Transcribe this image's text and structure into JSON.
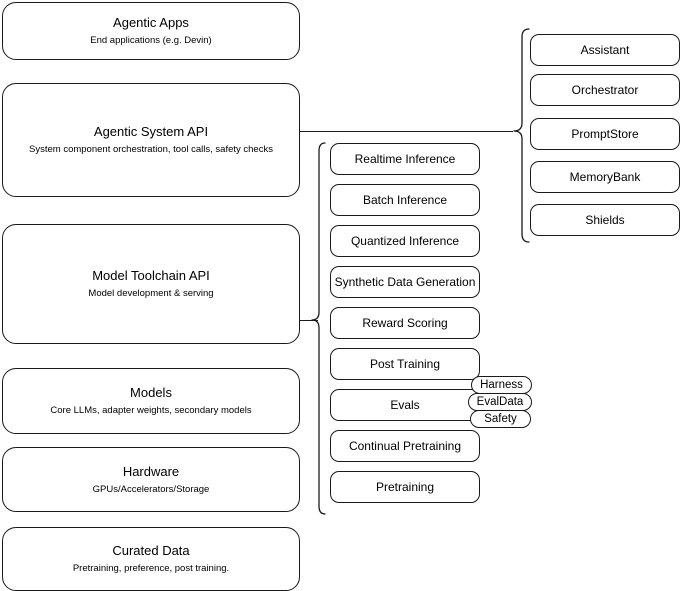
{
  "diagram": {
    "title": "Agentic stack layer diagram",
    "stroke_color": "#1a1a1a",
    "background_color": "#ffffff"
  },
  "left_stack": {
    "items": [
      {
        "title": "Agentic Apps",
        "subtitle": "End applications (e.g. Devin)"
      },
      {
        "title": "Agentic System API",
        "subtitle": "System component orchestration, tool calls, safety checks"
      },
      {
        "title": "Model Toolchain API",
        "subtitle": "Model development & serving"
      },
      {
        "title": "Models",
        "subtitle": "Core LLMs, adapter weights, secondary models"
      },
      {
        "title": "Hardware",
        "subtitle": "GPUs/Accelerators/Storage"
      },
      {
        "title": "Curated Data",
        "subtitle": "Pretraining, preference, post training."
      }
    ]
  },
  "toolchain_column": {
    "items": [
      {
        "label": "Realtime Inference"
      },
      {
        "label": "Batch Inference"
      },
      {
        "label": "Quantized Inference"
      },
      {
        "label": "Synthetic Data Generation"
      },
      {
        "label": "Reward Scoring"
      },
      {
        "label": "Post Training"
      },
      {
        "label": "Evals"
      },
      {
        "label": "Continual Pretraining"
      },
      {
        "label": "Pretraining"
      }
    ]
  },
  "evals_detail": {
    "items": [
      {
        "label": "Harness"
      },
      {
        "label": "EvalData"
      },
      {
        "label": "Safety"
      }
    ]
  },
  "agentic_column": {
    "items": [
      {
        "label": "Assistant"
      },
      {
        "label": "Orchestrator"
      },
      {
        "label": "PromptStore"
      },
      {
        "label": "MemoryBank"
      },
      {
        "label": "Shields"
      }
    ]
  }
}
